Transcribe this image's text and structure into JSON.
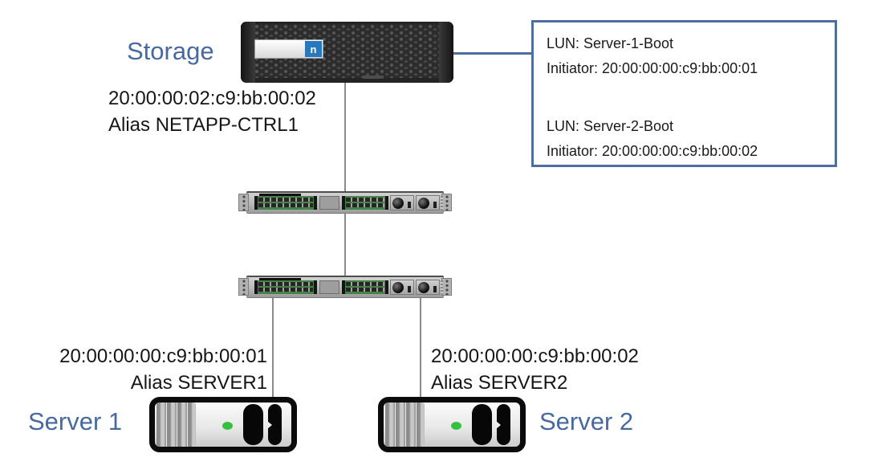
{
  "storage": {
    "label": "Storage",
    "wwpn": "20:00:00:02:c9:bb:00:02",
    "alias": "Alias NETAPP-CTRL1",
    "logo_letter": "n"
  },
  "callout": {
    "entry1_lun": "LUN: Server-1-Boot",
    "entry1_initiator": "Initiator: 20:00:00:00:c9:bb:00:01",
    "entry2_lun": "LUN: Server-2-Boot",
    "entry2_initiator": "Initiator: 20:00:00:00:c9:bb:00:02"
  },
  "servers": [
    {
      "label": "Server 1",
      "wwpn": "20:00:00:00:c9:bb:00:01",
      "alias": "Alias SERVER1"
    },
    {
      "label": "Server 2",
      "wwpn": "20:00:00:00:c9:bb:00:02",
      "alias": "Alias SERVER2"
    }
  ],
  "colors": {
    "accent_blue_text": "#46699f",
    "callout_border_blue": "#4e6f9e",
    "connector_gray": "#8a8a8a",
    "led_green": "#35c13f",
    "netapp_logo_blue": "#2878be"
  }
}
